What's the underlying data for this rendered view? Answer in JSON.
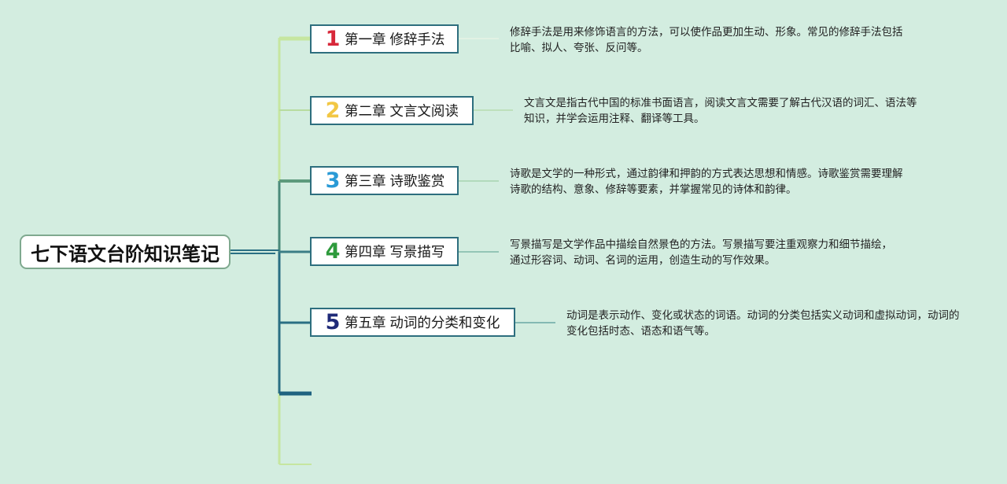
{
  "root": {
    "title": "七下语文台阶知识笔记"
  },
  "chapters": [
    {
      "number": "1",
      "number_color": "#d8283a",
      "title": "第一章 修辞手法",
      "description": "修辞手法是用来修饰语言的方法，可以使作品更加生动、形象。常见的修辞手法包括比喻、拟人、夸张、反问等。"
    },
    {
      "number": "2",
      "number_color": "#f2c744",
      "title": "第二章 文言文阅读",
      "description": "文言文是指古代中国的标准书面语言，阅读文言文需要了解古代汉语的词汇、语法等知识，并学会运用注释、翻译等工具。"
    },
    {
      "number": "3",
      "number_color": "#2a9ad6",
      "title": "第三章 诗歌鉴赏",
      "description": "诗歌是文学的一种形式，通过韵律和押韵的方式表达思想和情感。诗歌鉴赏需要理解诗歌的结构、意象、修辞等要素，并掌握常见的诗体和韵律。"
    },
    {
      "number": "4",
      "number_color": "#2e9a3c",
      "title": "第四章 写景描写",
      "description": "写景描写是文学作品中描绘自然景色的方法。写景描写要注重观察力和细节描绘，通过形容词、动词、名词的运用，创造生动的写作效果。"
    },
    {
      "number": "5",
      "number_color": "#1f2a78",
      "title": "第五章 动词的分类和变化",
      "description": "动词是表示动作、变化或状态的词语。动词的分类包括实义动词和虚拟动词，动词的变化包括时态、语态和语气等。"
    }
  ]
}
